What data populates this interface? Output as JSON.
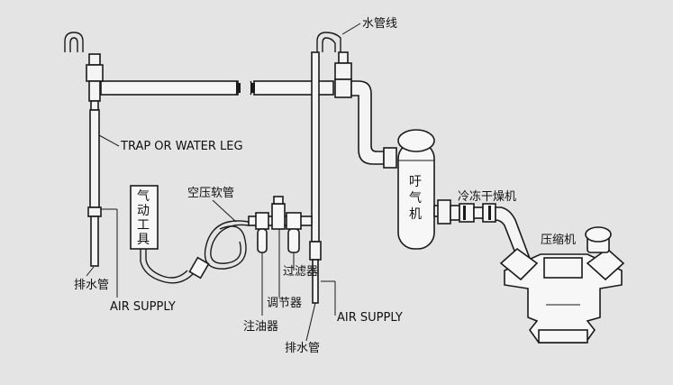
{
  "labels": {
    "water_pipe_line": "水管线",
    "trap_or_water_leg": "TRAP OR WATER LEG",
    "air_hose": "空压软管",
    "pneumatic_tool": [
      "气",
      "动",
      "工",
      "具"
    ],
    "air_tank": [
      "吁",
      "气",
      "机"
    ],
    "refrigerated_dryer": "冷冻干燥机",
    "compressor": "压缩机",
    "drain_pipe_left": "排水管",
    "air_supply_left": "AIR SUPPLY",
    "filter": "过滤器",
    "regulator": "调节器",
    "lubricator": "注油器",
    "air_supply_right": "AIR SUPPLY",
    "drain_pipe_bottom": "排水管"
  },
  "colors": {
    "background": "#e4e4e4",
    "stroke": "#1a1a1a",
    "fill": "#f4f4f4"
  }
}
